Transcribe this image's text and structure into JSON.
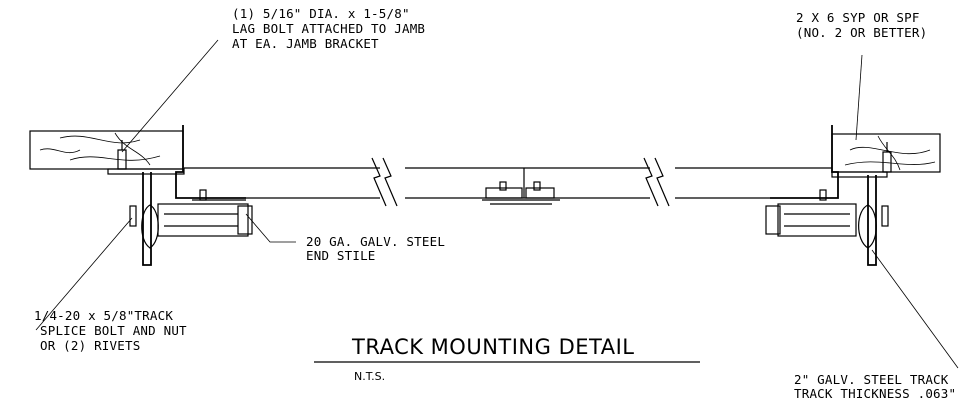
{
  "labels": {
    "lag_bolt": [
      "(1) 5/16\" DIA. x 1-5/8\"",
      "LAG BOLT ATTACHED TO JAMB",
      "AT EA. JAMB BRACKET"
    ],
    "lumber": [
      "2 X 6 SYP OR SPF",
      "(NO. 2 OR BETTER)"
    ],
    "end_stile": [
      "20 GA. GALV. STEEL",
      "END STILE"
    ],
    "splice_bolt": [
      "1/4-20 x 5/8\"TRACK",
      "SPLICE BOLT AND NUT",
      "OR (2) RIVETS"
    ],
    "track": [
      "2\" GALV. STEEL TRACK",
      "TRACK THICKNESS .063\""
    ]
  },
  "title": "TRACK MOUNTING DETAIL",
  "subtitle": "N.T.S."
}
